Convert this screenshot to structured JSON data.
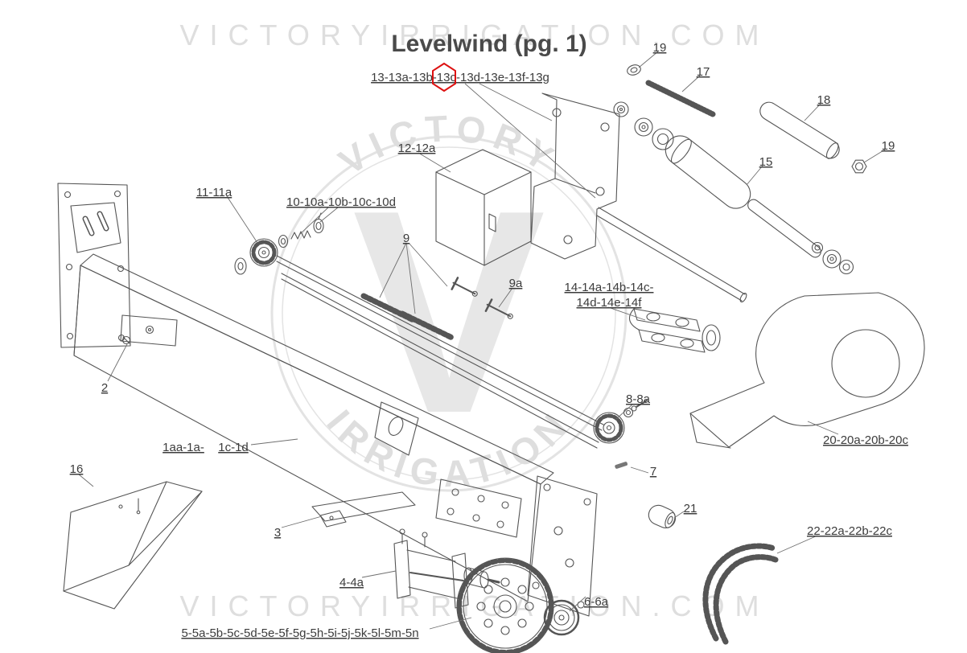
{
  "page": {
    "title": "Levelwind (pg. 1)"
  },
  "watermarks": {
    "top": "VICTORYIRRIGATION.COM",
    "bottom": "VICTORYIRRIGATION.COM",
    "circle_top": "VICTORY",
    "circle_bottom": "IRRIGATION",
    "circle_letter": "V"
  },
  "colors": {
    "line": "#555555",
    "label_text": "#3c3c3c",
    "highlight_red": "#dd1111",
    "watermark_gray": "#dedede",
    "title_gray": "#4a4a4a",
    "background": "#ffffff"
  },
  "highlight": {
    "part": "13c",
    "shape": "red-hexagon"
  },
  "labels": {
    "l13": "13-13a-13b-13c-13d-13e-13f-13g",
    "l19a": "19",
    "l17": "17",
    "l18": "18",
    "l19b": "19",
    "l12": "12-12a",
    "l15": "15",
    "l11": "11-11a",
    "l10": "10-10a-10b-10c-10d",
    "l9": "9",
    "l9a": "9a",
    "l14_line1": "14-14a-14b-14c-",
    "l14_line2": "14d-14e-14f",
    "l2": "2",
    "l8": "8-8a",
    "l1a": "1aa-1a-",
    "l1b": "1c-1d",
    "l16": "16",
    "l7": "7",
    "l20": "20-20a-20b-20c",
    "l21": "21",
    "l3": "3",
    "l22": "22-22a-22b-22c",
    "l4": "4-4a",
    "l6": "6-6a",
    "l5": "5-5a-5b-5c-5d-5e-5f-5g-5h-5i-5j-5k-5l-5m-5n"
  }
}
